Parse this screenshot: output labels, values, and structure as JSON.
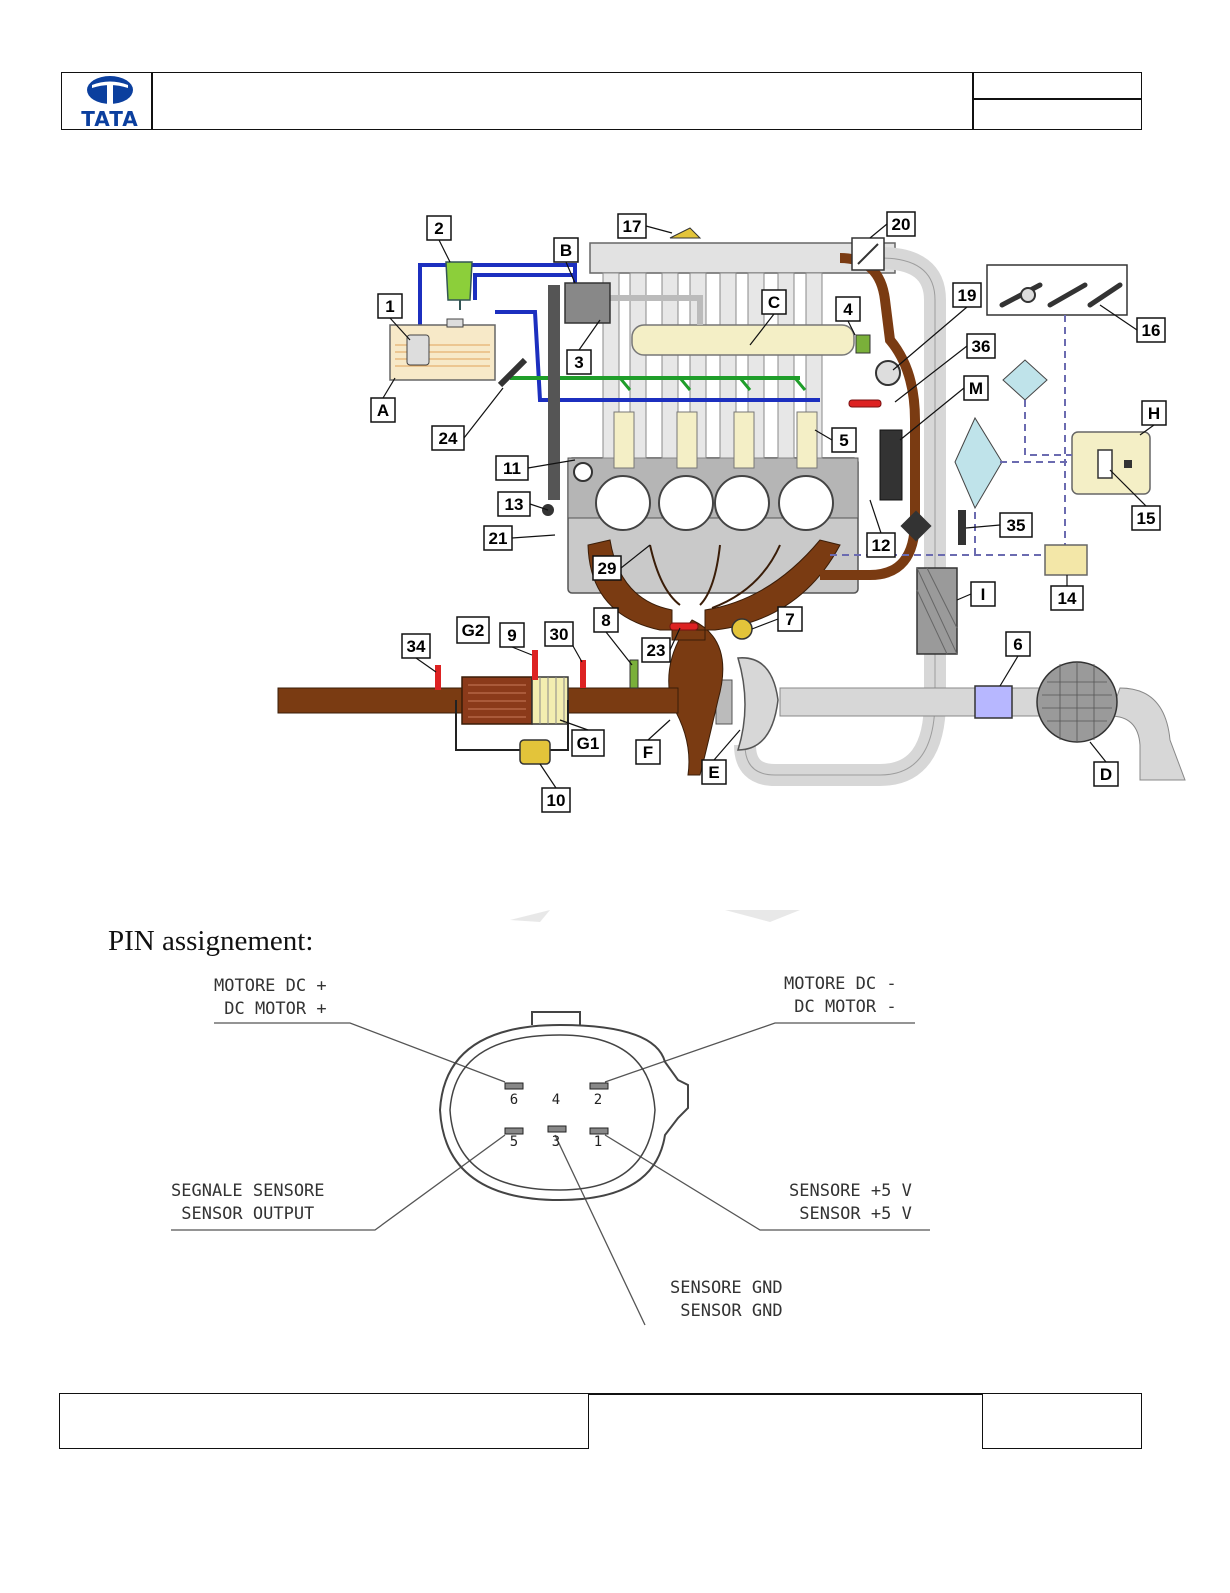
{
  "header": {
    "logo_text": "TATA",
    "logo_color": "#0b3f9e"
  },
  "engine_diagram": {
    "labels": [
      "1",
      "2",
      "3",
      "4",
      "5",
      "6",
      "7",
      "8",
      "9",
      "10",
      "11",
      "12",
      "13",
      "14",
      "15",
      "16",
      "17",
      "19",
      "20",
      "21",
      "23",
      "24",
      "29",
      "30",
      "34",
      "35",
      "36",
      "A",
      "B",
      "C",
      "D",
      "E",
      "F",
      "G2",
      "G1",
      "H",
      "I",
      "M"
    ],
    "colors": {
      "exhaust": "#7a3b12",
      "fuel_low": "#1c2fbf",
      "fuel_return": "#1f9e2a",
      "air": "#d7d7d7",
      "engine_block": "#c9c9c9",
      "rail": "#f4efc6",
      "wiring": "#6b6bb0"
    }
  },
  "pin_section": {
    "title": "PIN assignement:",
    "pins": [
      "6",
      "4",
      "2",
      "5",
      "3",
      "1"
    ],
    "callouts": {
      "dc_plus": "MOTORE DC +\n DC MOTOR +",
      "dc_minus": "MOTORE DC -\n DC MOTOR -",
      "sensor_out": "SEGNALE SENSORE\n SENSOR OUTPUT",
      "sensor_5v": "SENSORE +5 V\n SENSOR +5 V",
      "sensor_gnd": "SENSORE GND\n SENSOR GND"
    }
  }
}
